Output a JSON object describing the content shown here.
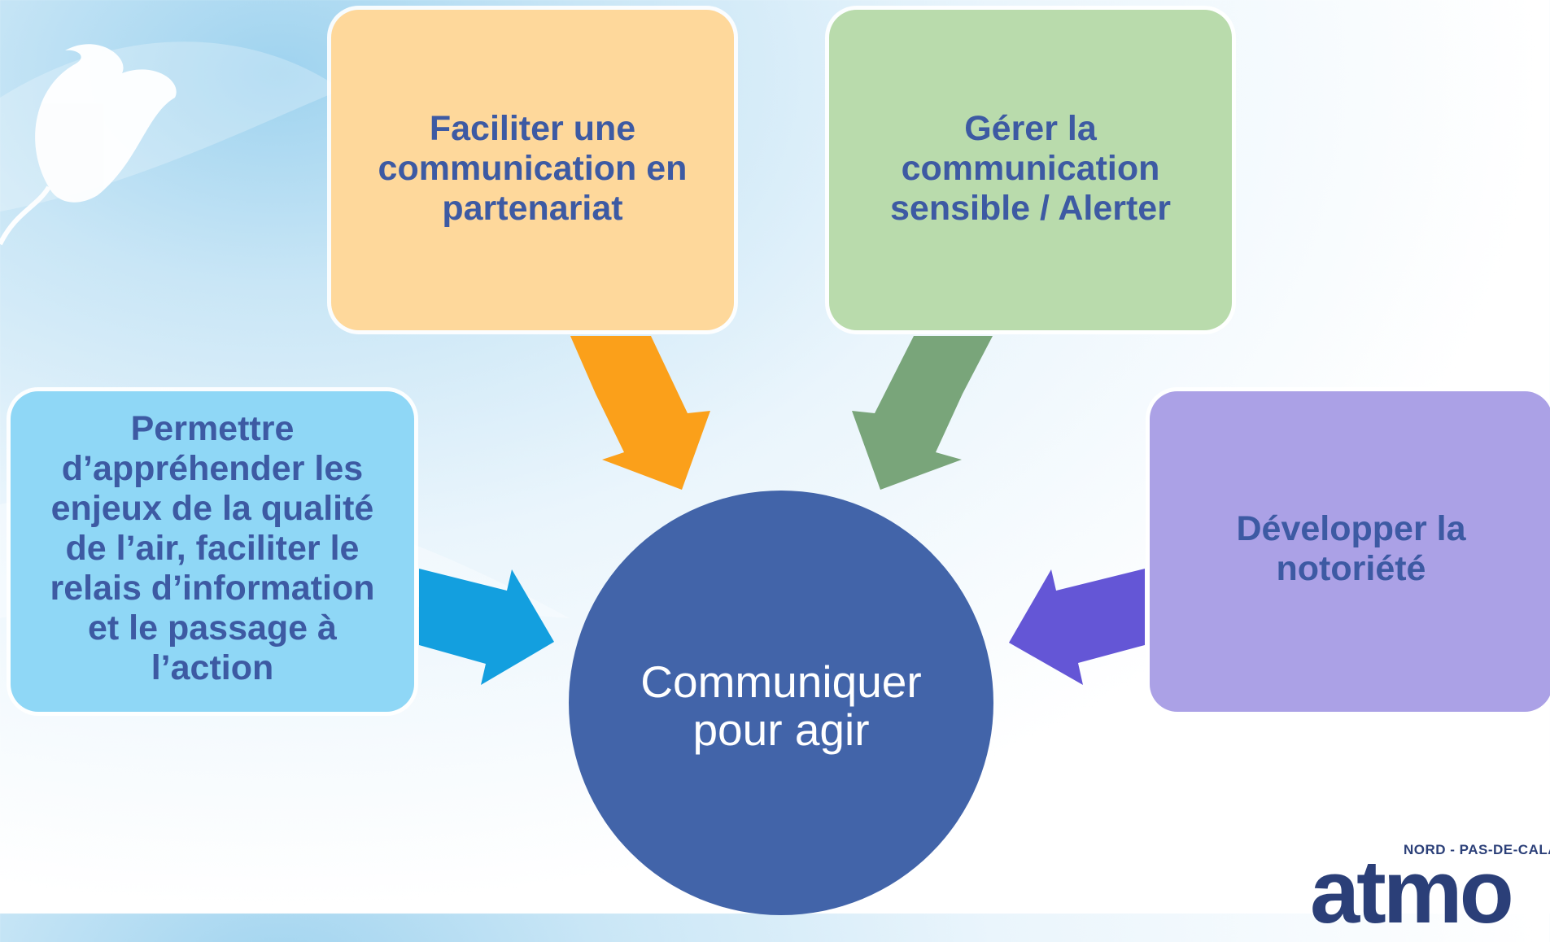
{
  "center": {
    "label": "Communiquer\npour agir",
    "color": "#4264a9"
  },
  "boxes": {
    "top_left": {
      "label": "Faciliter une\ncommunication en\npartenariat",
      "color": "#fed89b",
      "arrow_color": "#fba01a"
    },
    "top_right": {
      "label": "Gérer la\ncommunication\nsensible / Alerter",
      "color": "#b9dbac",
      "arrow_color": "#79a57a"
    },
    "left": {
      "label": "Permettre\nd’appréhender les\nenjeux de la qualité\nde l’air, faciliter le\nrelais d’information\net le passage à\nl’action",
      "color": "#8fd7f6",
      "arrow_color": "#139fdf"
    },
    "right": {
      "label": "Développer la\nnotoriété",
      "color": "#aba1e6",
      "arrow_color": "#6456d6"
    }
  },
  "logo": {
    "region": "NORD - PAS-DE-CALAIS",
    "word": "atmo"
  }
}
